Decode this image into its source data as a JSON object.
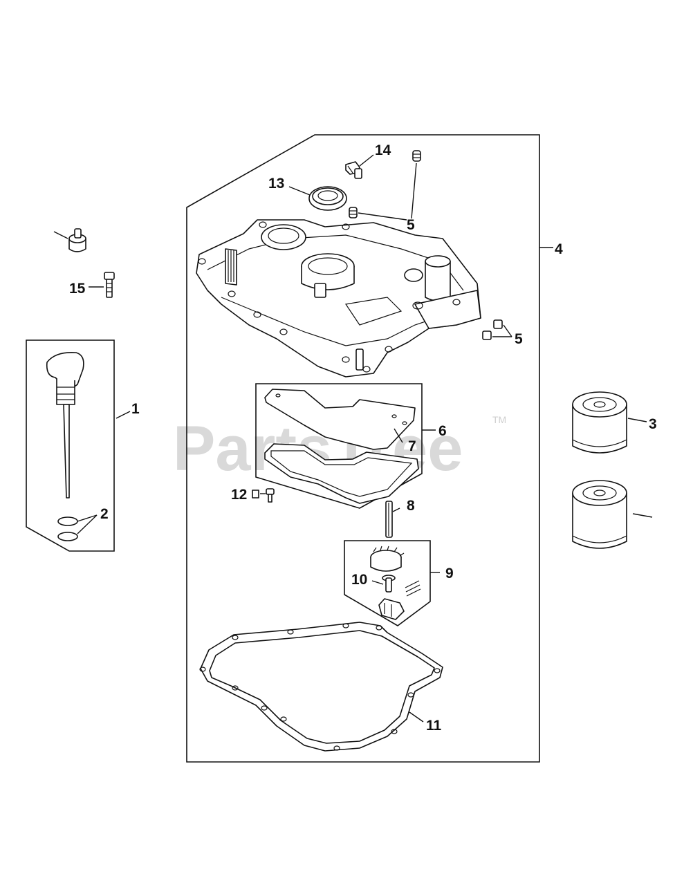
{
  "watermark": {
    "text": "PartsTree",
    "trademark": "TM"
  },
  "callouts": {
    "c1": "1",
    "c2": "2",
    "c3": "3",
    "c4": "4",
    "c5a": "5",
    "c5b": "5",
    "c6": "6",
    "c7": "7",
    "c8": "8",
    "c9": "9",
    "c10": "10",
    "c11": "11",
    "c12": "12",
    "c13": "13",
    "c14": "14",
    "c15": "15"
  }
}
